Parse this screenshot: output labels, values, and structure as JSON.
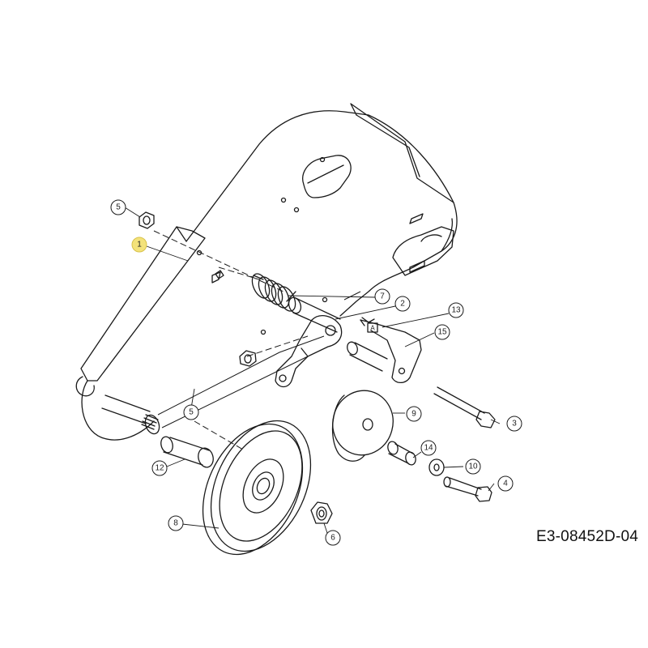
{
  "drawing_code": "E3-08452D-04",
  "callouts": [
    {
      "id": "c1",
      "label": "1",
      "highlight": true
    },
    {
      "id": "c2",
      "label": "2"
    },
    {
      "id": "c3",
      "label": "3"
    },
    {
      "id": "c4",
      "label": "4"
    },
    {
      "id": "c5a",
      "label": "5"
    },
    {
      "id": "c5b",
      "label": "5"
    },
    {
      "id": "c6",
      "label": "6"
    },
    {
      "id": "c7",
      "label": "7"
    },
    {
      "id": "c8",
      "label": "8"
    },
    {
      "id": "c9",
      "label": "9"
    },
    {
      "id": "c10",
      "label": "10"
    },
    {
      "id": "c12",
      "label": "12"
    },
    {
      "id": "c13",
      "label": "13"
    },
    {
      "id": "c14",
      "label": "14"
    },
    {
      "id": "c15",
      "label": "15"
    }
  ],
  "marker_label": "A",
  "colors": {
    "line": "#1a1a1a",
    "highlight": "#f3e27a"
  }
}
